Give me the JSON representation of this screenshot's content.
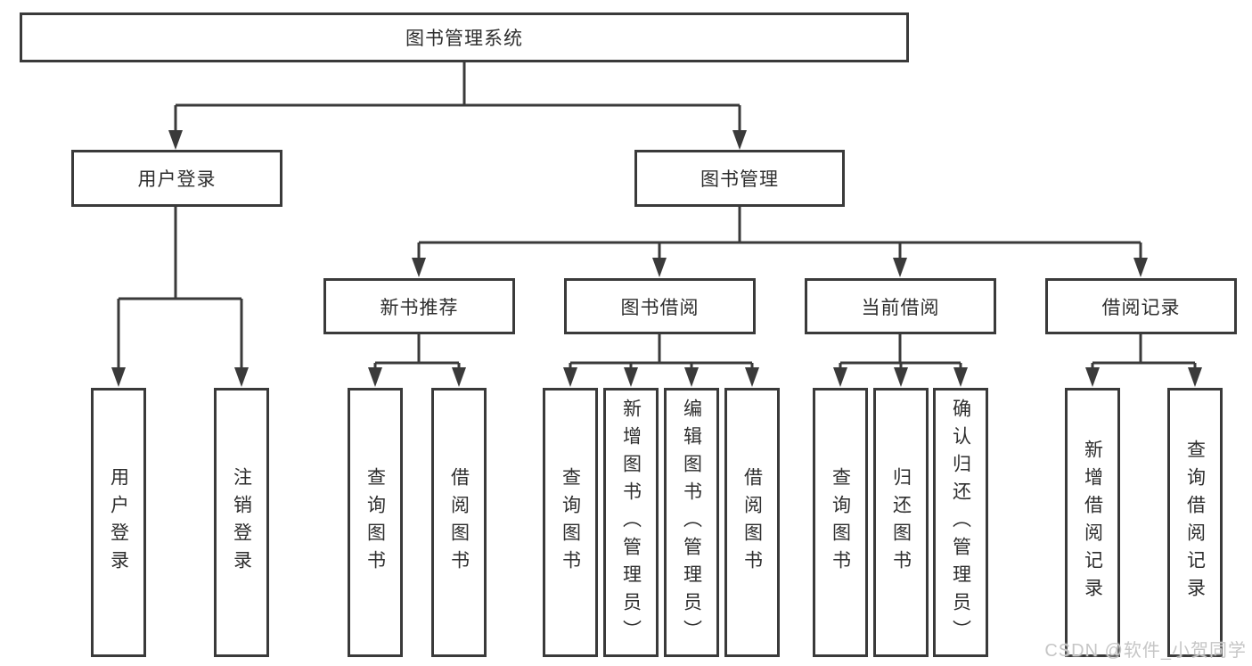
{
  "watermark": "CSDN @软件_小贺同学",
  "colors": {
    "line": "#3a3a3a",
    "box_border": "#3a3a3a",
    "text": "#2e2e2e",
    "watermark": "#c6c6c6",
    "background": "#ffffff"
  },
  "tree": {
    "root": "图书管理系统",
    "level2": {
      "user_login": "用户登录",
      "book_management": "图书管理"
    },
    "level3": {
      "new_book_rec": "新书推荐",
      "book_borrow": "图书借阅",
      "current_borrow": "当前借阅",
      "borrow_records": "借阅记录"
    },
    "leaves": {
      "user_login": [
        "用户登录",
        "注销登录"
      ],
      "new_book_rec": [
        "查询图书",
        "借阅图书"
      ],
      "book_borrow": [
        "查询图书",
        "新增图书（管理员）",
        "编辑图书（管理员）",
        "借阅图书"
      ],
      "current_borrow": [
        "查询图书",
        "归还图书",
        "确认归还（管理员）"
      ],
      "borrow_records": [
        "新增借阅记录",
        "查询借阅记录"
      ]
    }
  }
}
